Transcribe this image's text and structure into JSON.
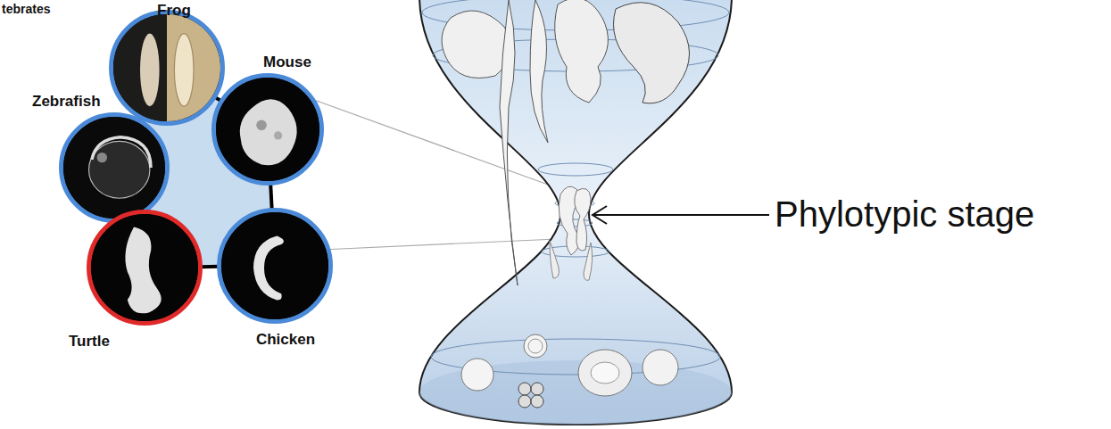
{
  "diagram": {
    "nodes": [
      {
        "text": [
          "Frog"
        ]
      },
      {
        "text": [
          "Zebrafish"
        ]
      },
      {
        "text": [
          "Mouse"
        ]
      },
      {
        "text": [
          "Turtle"
        ]
      },
      {
        "text": [
          "Chicken"
        ]
      }
    ],
    "edges": [
      {
        "from": 0,
        "to": 2,
        "arrow": "none"
      },
      {
        "from": 2,
        "to": 4,
        "arrow": "none"
      },
      {
        "from": 4,
        "to": 3,
        "arrow": "none"
      },
      {
        "from": 3,
        "to": 1,
        "arrow": "none"
      },
      {
        "from": 1,
        "to": 0,
        "arrow": "none"
      }
    ],
    "labels": [
      "tebrates",
      "Phylotypic stage"
    ]
  }
}
